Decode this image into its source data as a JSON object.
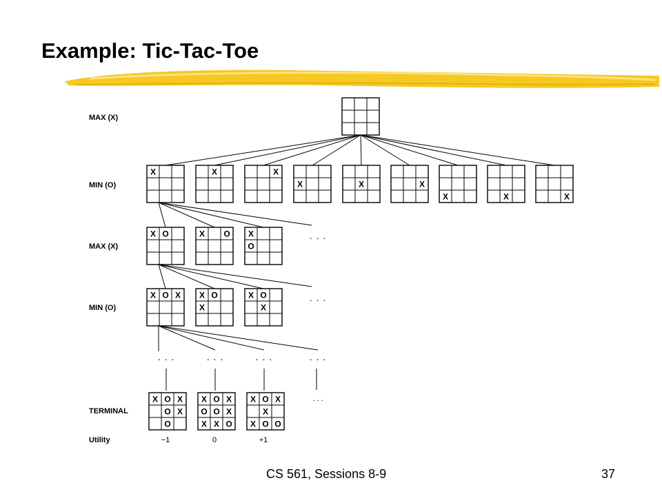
{
  "slide": {
    "title": "Example: Tic-Tac-Toe",
    "footer": "CS 561,  Sessions 8-9",
    "page_number": "37",
    "accent_color": "#f5c518"
  },
  "levels": [
    {
      "id": "root",
      "label": "MAX (X)"
    },
    {
      "id": "min1",
      "label": "MIN (O)"
    },
    {
      "id": "max2",
      "label": "MAX (X)"
    },
    {
      "id": "min3",
      "label": "MIN (O)"
    },
    {
      "id": "terminal",
      "label": "TERMINAL"
    },
    {
      "id": "utility",
      "label": "Utility"
    }
  ],
  "marks": {
    "x": "X",
    "o": "O",
    "ellipsis": ". . ."
  },
  "boards": {
    "root": [
      "",
      "",
      "",
      "",
      "",
      "",
      "",
      "",
      ""
    ],
    "min1": [
      [
        "X",
        "",
        "",
        "",
        "",
        "",
        "",
        "",
        ""
      ],
      [
        "",
        "X",
        "",
        "",
        "",
        "",
        "",
        "",
        ""
      ],
      [
        "",
        "",
        "X",
        "",
        "",
        "",
        "",
        "",
        ""
      ],
      [
        "",
        "",
        "",
        "X",
        "",
        "",
        "",
        "",
        ""
      ],
      [
        "",
        "",
        "",
        "",
        "X",
        "",
        "",
        "",
        ""
      ],
      [
        "",
        "",
        "",
        "",
        "",
        "X",
        "",
        "",
        ""
      ],
      [
        "",
        "",
        "",
        "",
        "",
        "",
        "X",
        "",
        ""
      ],
      [
        "",
        "",
        "",
        "",
        "",
        "",
        "",
        "X",
        ""
      ],
      [
        "",
        "",
        "",
        "",
        "",
        "",
        "",
        "",
        "X"
      ]
    ],
    "max2": [
      [
        "X",
        "O",
        "",
        "",
        "",
        "",
        "",
        "",
        ""
      ],
      [
        "X",
        "",
        "O",
        "",
        "",
        "",
        "",
        "",
        ""
      ],
      [
        "X",
        "",
        "",
        "O",
        "",
        "",
        "",
        "",
        ""
      ]
    ],
    "min3": [
      [
        "X",
        "O",
        "X",
        "",
        "",
        "",
        "",
        "",
        ""
      ],
      [
        "X",
        "O",
        "",
        "X",
        "",
        "",
        "",
        "",
        ""
      ],
      [
        "X",
        "O",
        "",
        "",
        "X",
        "",
        "",
        "",
        ""
      ]
    ],
    "terminal": [
      [
        "X",
        "O",
        "X",
        "",
        "O",
        "X",
        "",
        "O",
        ""
      ],
      [
        "X",
        "O",
        "X",
        "O",
        "O",
        "X",
        "X",
        "X",
        "O"
      ],
      [
        "X",
        "O",
        "X",
        "",
        "X",
        "",
        "X",
        "O",
        "O"
      ]
    ]
  },
  "utilities": [
    "−1",
    "0",
    "+1"
  ]
}
